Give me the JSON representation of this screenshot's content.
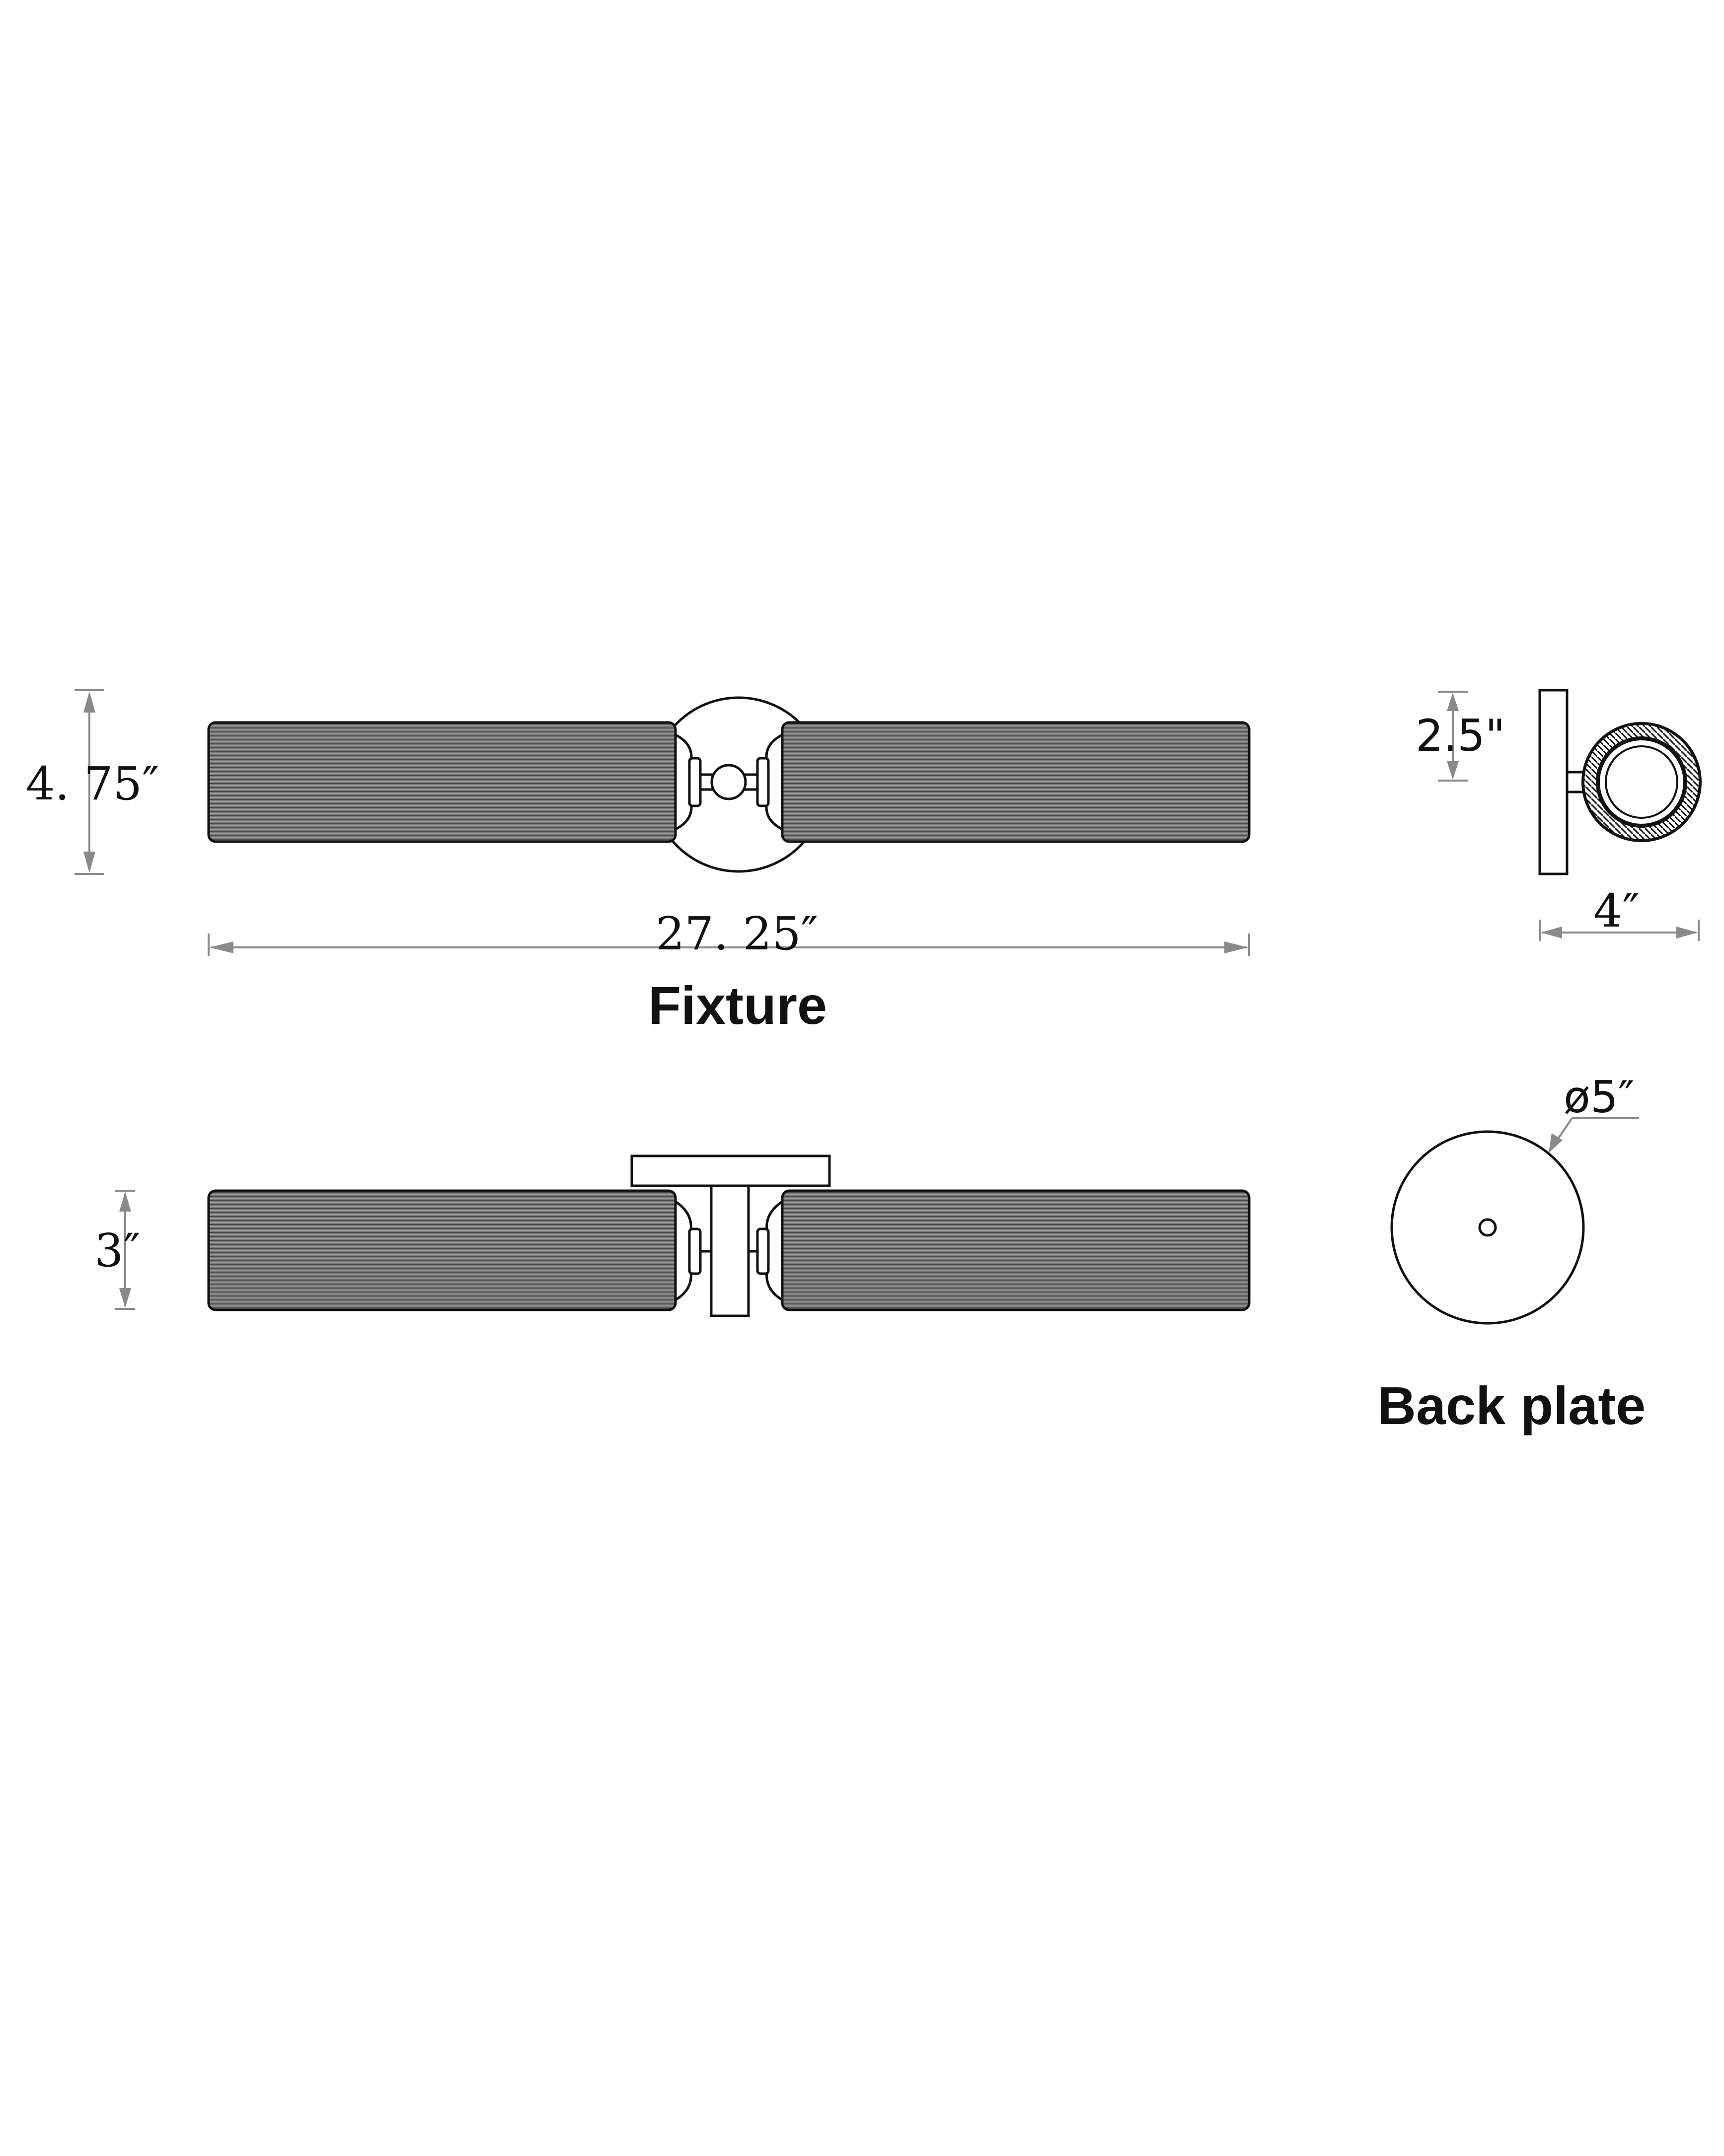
{
  "labels": {
    "height_front": "4. 75″",
    "width_front": "27. 25″",
    "fixture_caption": "Fixture",
    "height_side": "2.5\"",
    "depth_side": "4″",
    "height_bottom": "3″",
    "diameter_plate": "ø5″",
    "back_plate_caption": "Back plate"
  },
  "colors": {
    "line": "#111111",
    "dimension": "#8a8a8a",
    "shade_fill": "#6e6e6e",
    "background": "#ffffff"
  },
  "icons": {
    "shade": "ribbed-cylinder-shade",
    "socket": "socket-holder",
    "plate": "round-back-plate"
  }
}
